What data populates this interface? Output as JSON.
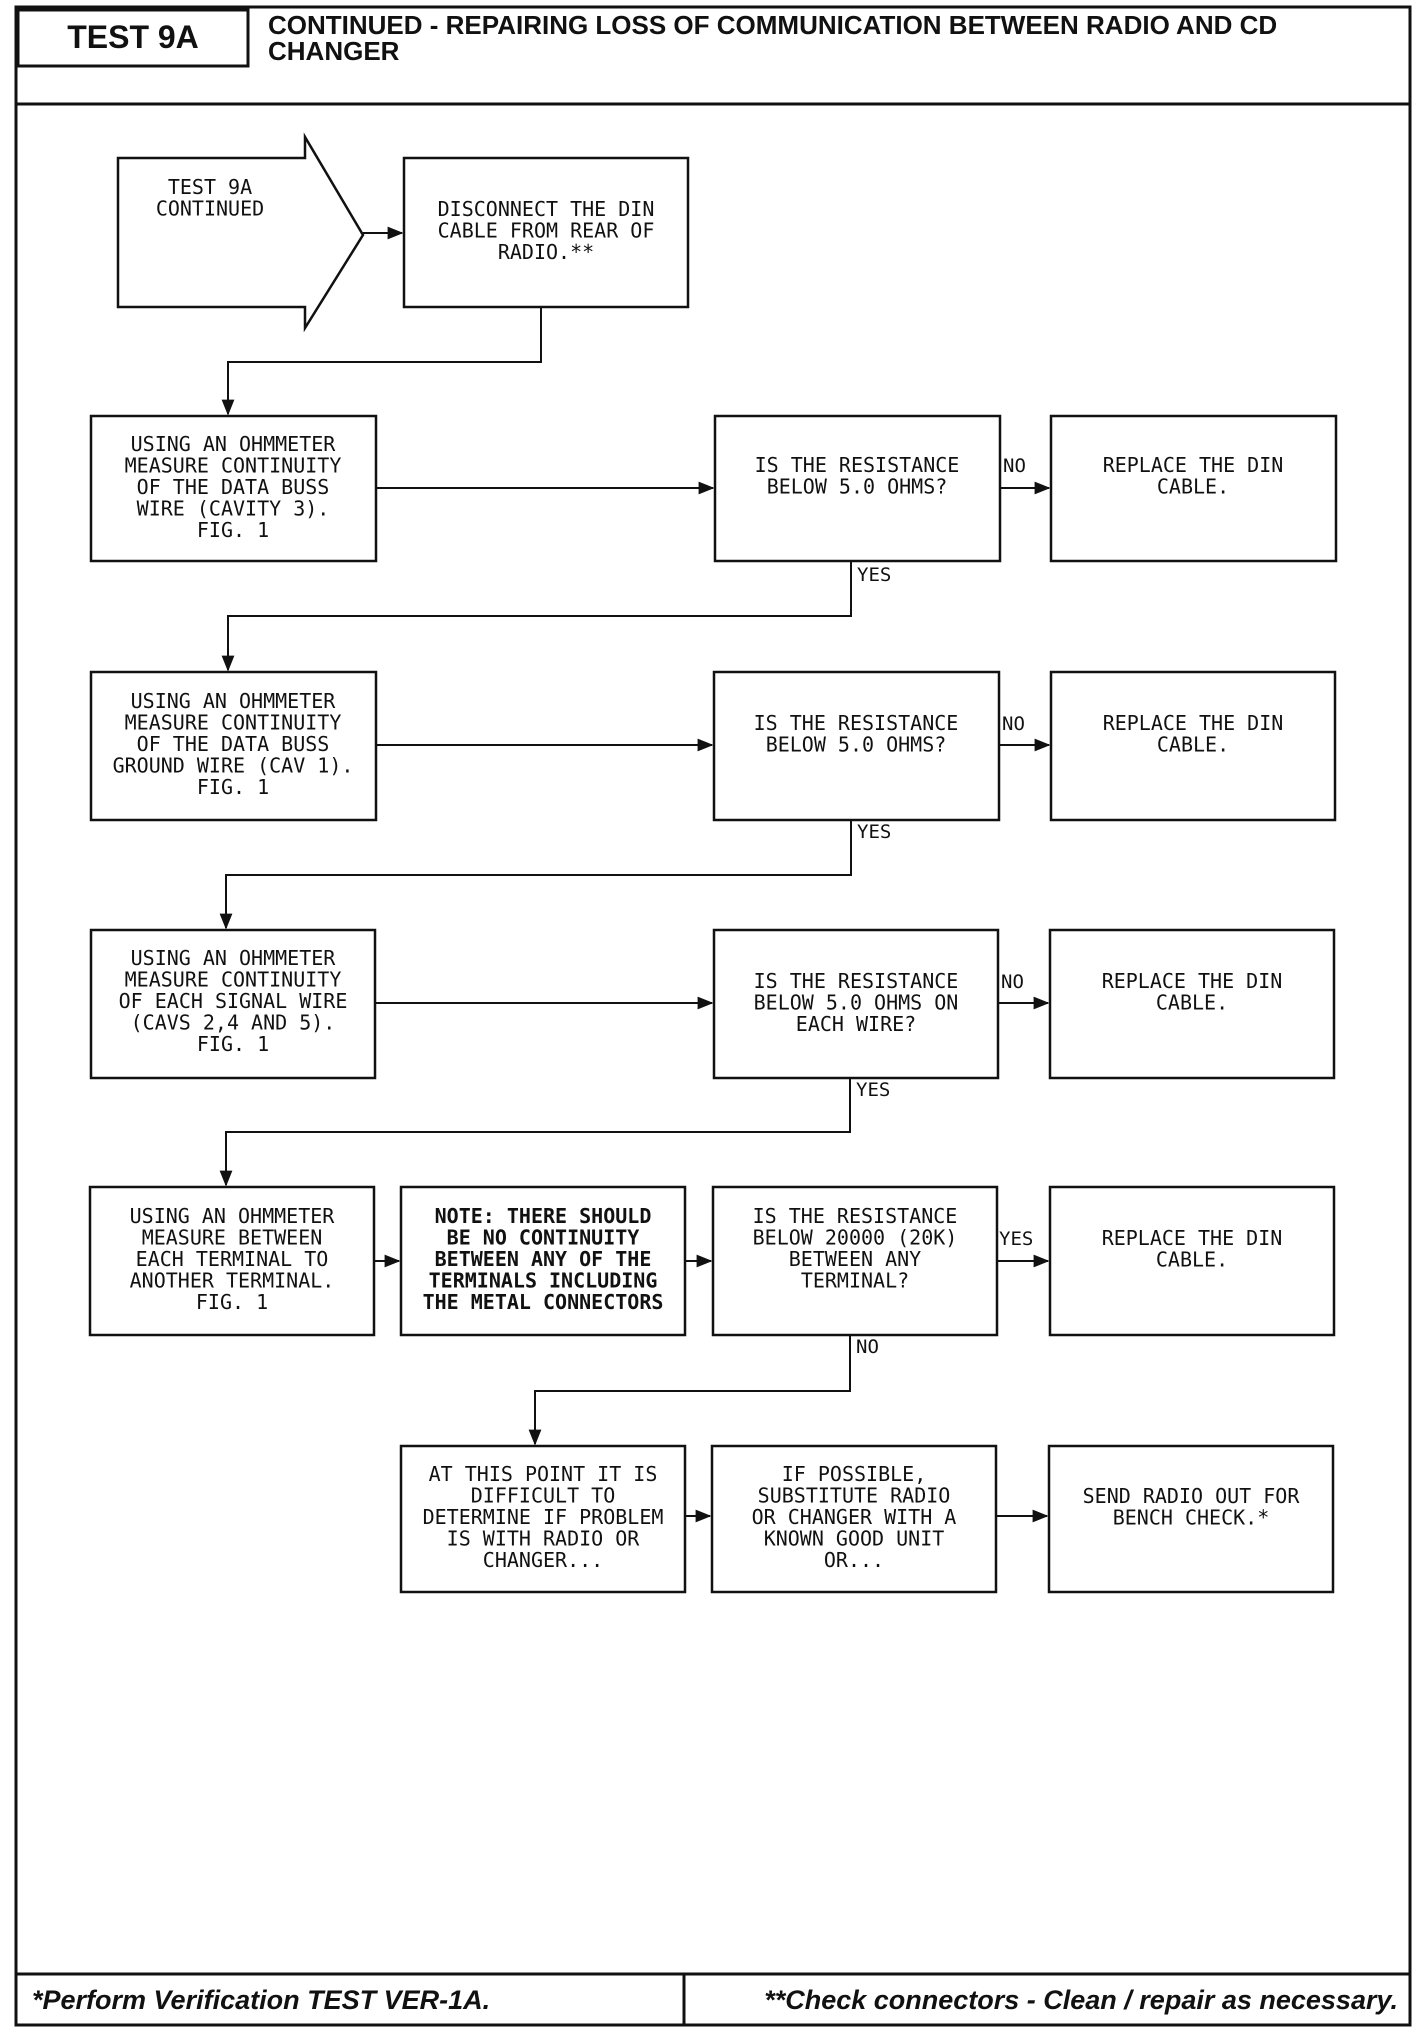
{
  "header": {
    "test_id": "TEST 9A",
    "title_line1": "CONTINUED - REPAIRING LOSS OF COMMUNICATION BETWEEN RADIO AND CD",
    "title_line2": "CHANGER"
  },
  "flow": {
    "start": [
      "TEST 9A",
      "CONTINUED"
    ],
    "disconnect": [
      "DISCONNECT THE DIN",
      "CABLE FROM REAR OF",
      "RADIO.**"
    ],
    "step1": [
      "USING AN OHMMETER",
      "MEASURE CONTINUITY",
      "OF THE DATA BUSS",
      "WIRE (CAVITY 3).",
      "FIG. 1"
    ],
    "q1": [
      "IS THE RESISTANCE",
      "BELOW 5.0 OHMS?"
    ],
    "r1": [
      "REPLACE THE DIN",
      "CABLE."
    ],
    "step2": [
      "USING AN OHMMETER",
      "MEASURE CONTINUITY",
      "OF THE DATA BUSS",
      "GROUND WIRE (CAV 1).",
      "FIG. 1"
    ],
    "q2": [
      "IS THE RESISTANCE",
      "BELOW 5.0 OHMS?"
    ],
    "r2": [
      "REPLACE THE DIN",
      "CABLE."
    ],
    "step3": [
      "USING AN OHMMETER",
      "MEASURE CONTINUITY",
      "OF EACH SIGNAL WIRE",
      "(CAVS 2,4 AND 5).",
      "FIG. 1"
    ],
    "q3": [
      "IS THE RESISTANCE",
      "BELOW 5.0 OHMS ON",
      "EACH WIRE?"
    ],
    "r3": [
      "REPLACE THE DIN",
      "CABLE."
    ],
    "step4": [
      "USING AN OHMMETER",
      "MEASURE BETWEEN",
      "EACH TERMINAL TO",
      "ANOTHER TERMINAL.",
      "FIG. 1"
    ],
    "note": [
      "NOTE: THERE SHOULD",
      "BE NO CONTINUITY",
      "BETWEEN ANY OF THE",
      "TERMINALS INCLUDING",
      "THE METAL CONNECTORS"
    ],
    "q4": [
      "IS THE RESISTANCE",
      "BELOW 20000 (20K)",
      "BETWEEN ANY",
      "TERMINAL?"
    ],
    "r4": [
      "REPLACE THE DIN",
      "CABLE."
    ],
    "step5": [
      "AT THIS POINT IT IS",
      "DIFFICULT TO",
      "DETERMINE IF PROBLEM",
      "IS WITH RADIO OR",
      "CHANGER..."
    ],
    "step6": [
      "IF POSSIBLE,",
      "SUBSTITUTE RADIO",
      "OR CHANGER WITH A",
      "KNOWN GOOD UNIT",
      "OR..."
    ],
    "step7": [
      "SEND RADIO OUT FOR",
      "BENCH CHECK.*"
    ]
  },
  "labels": {
    "no": "NO",
    "yes": "YES"
  },
  "footer": {
    "left": "*Perform Verification TEST VER-1A.",
    "right": "**Check connectors - Clean / repair as necessary."
  }
}
